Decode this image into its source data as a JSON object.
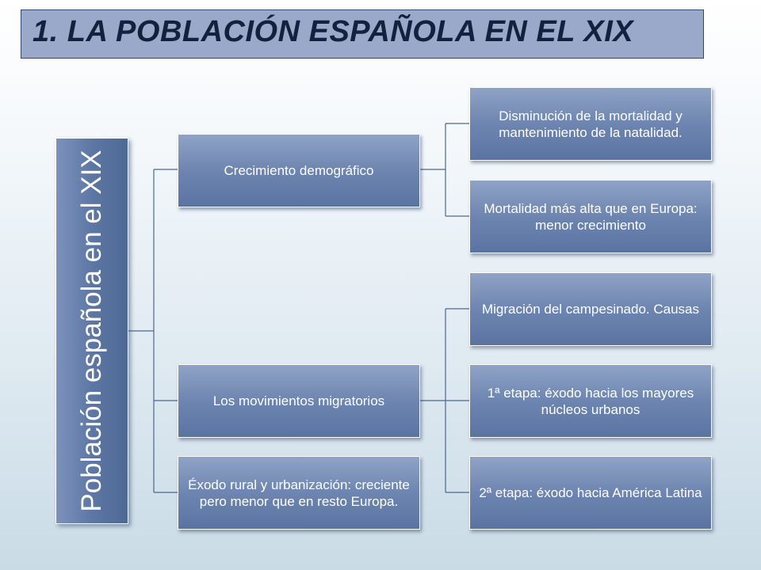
{
  "title": "1. LA POBLACIÓN ESPAÑOLA EN EL XIX",
  "root": "Población española en el XIX",
  "branches": [
    {
      "label": "Crecimiento demográfico",
      "children": [
        "Disminución de la mortalidad y mantenimiento de la natalidad.",
        "Mortalidad  más alta que en Europa:  menor crecimiento"
      ]
    },
    {
      "label": "Los movimientos migratorios",
      "children": [
        "Migración  del campesinado. Causas",
        "1ª etapa: éxodo hacia los mayores núcleos urbanos",
        "2ª etapa: éxodo hacia América Latina"
      ]
    },
    {
      "label": "Éxodo rural y urbanización: creciente pero menor que en resto Europa.",
      "children": []
    }
  ],
  "colors": {
    "box_fill": "#6d85b0",
    "title_fill": "#9aa8c9",
    "connector": "#4a6890"
  }
}
